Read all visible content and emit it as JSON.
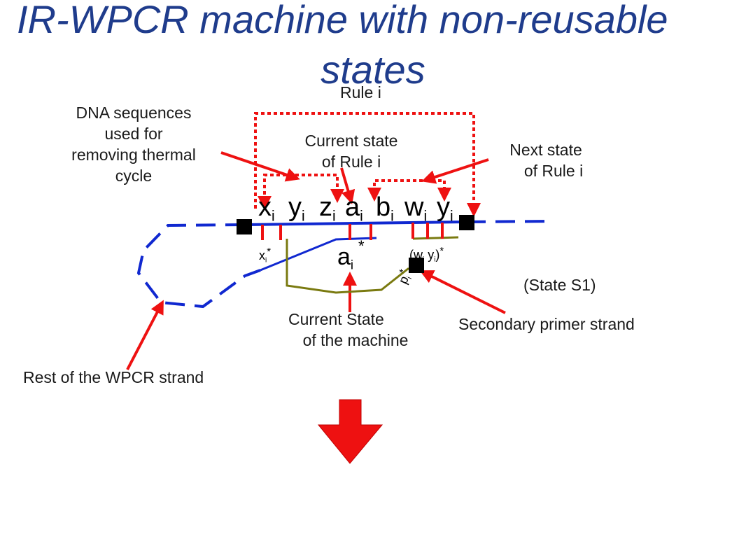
{
  "title": {
    "line1": "IR-WPCR machine with non-reusable",
    "line2": "states"
  },
  "labels": {
    "rule": "Rule i",
    "dna_sequences": [
      "DNA sequences",
      "used for",
      "removing thermal",
      "cycle"
    ],
    "current_state_rule": [
      "Current state",
      "of Rule i"
    ],
    "next_state_rule": [
      "Next state",
      "of Rule i"
    ],
    "state": "(State S1)",
    "current_state_machine": [
      "Current State",
      "of the machine"
    ],
    "secondary_primer": "Secondary primer strand",
    "rest_of_strand": "Rest of the WPCR strand"
  },
  "strand": {
    "symbols": [
      {
        "base": "x",
        "sub": "i"
      },
      {
        "base": "y",
        "sub": "i"
      },
      {
        "base": "z",
        "sub": "i"
      },
      {
        "base": "a",
        "sub": "i"
      },
      {
        "base": "b",
        "sub": "i"
      },
      {
        "base": "w",
        "sub": "i"
      },
      {
        "base": "y",
        "sub": "i"
      }
    ],
    "complement_x": {
      "base": "x",
      "sub": "i",
      "sup": "*"
    },
    "complement_a": {
      "base": "a",
      "sub": "i",
      "sup": "*"
    },
    "complement_wy": {
      "open": "(",
      "w": "w",
      "w_sub": "i",
      "y": "y",
      "y_sub": "i",
      "close": ")",
      "sup": "*"
    },
    "primer": {
      "base": "p",
      "sub": "i",
      "sup": "*"
    }
  },
  "colors": {
    "title": "#1f3c8c",
    "arrow": "#ee1111",
    "strand": "#1028d0",
    "primer_strand": "#7a7a10",
    "marker": "#000000"
  }
}
